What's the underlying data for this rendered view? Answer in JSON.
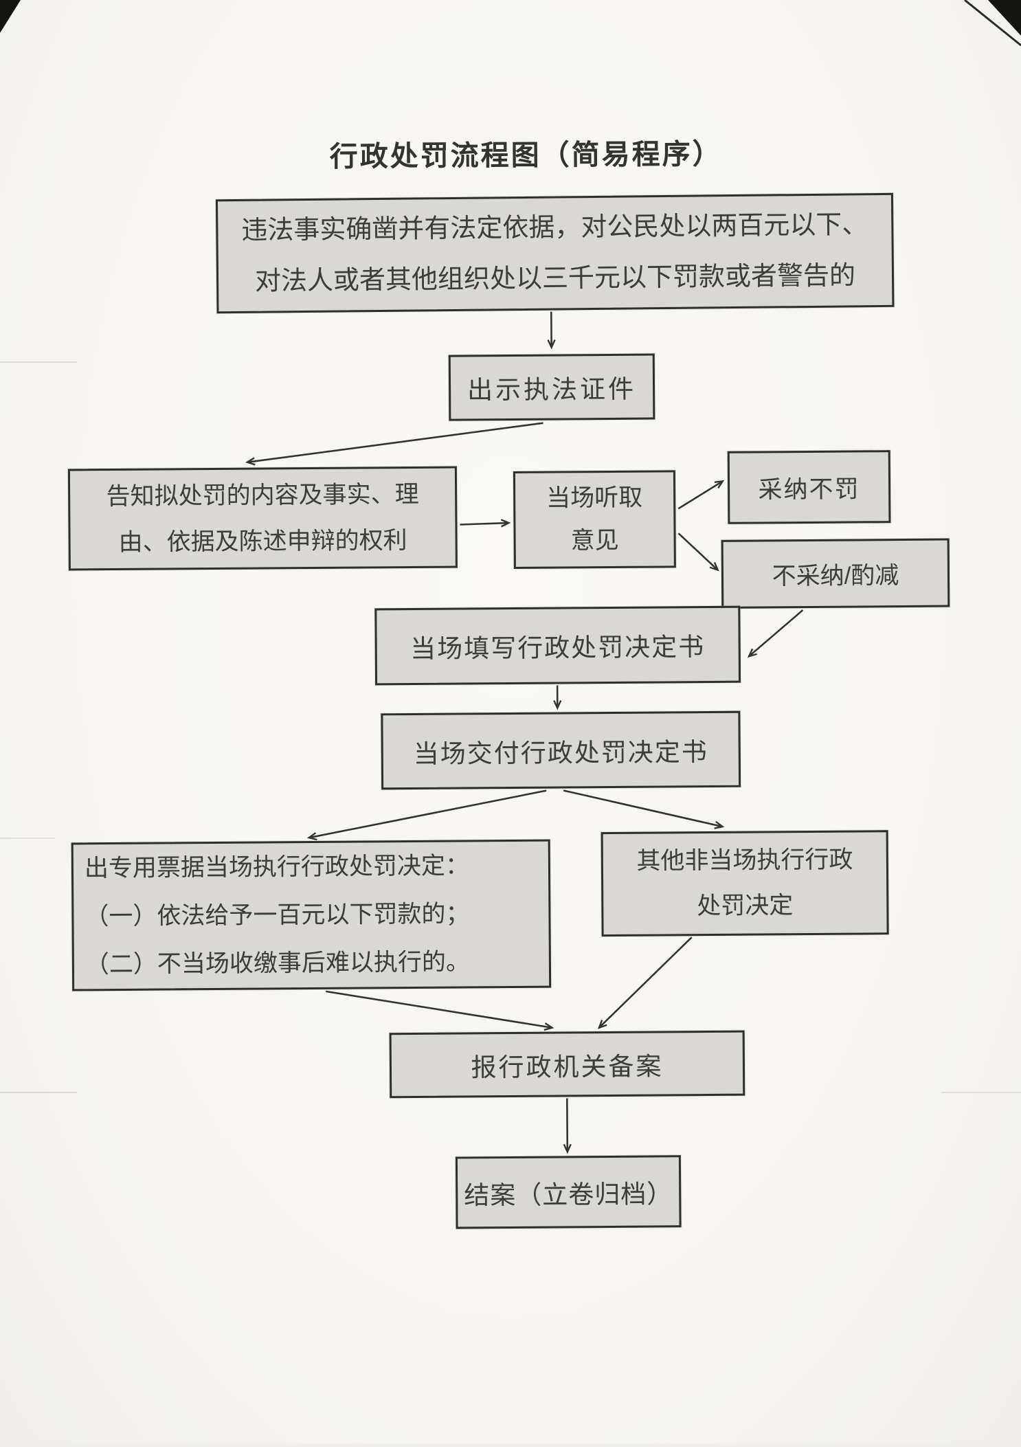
{
  "title": "行政处罚流程图（简易程序）",
  "colors": {
    "paper": "#f7f6f3",
    "box_fill": "#d9d8d5",
    "box_border": "#2e2e2c",
    "text": "#3d3d3b",
    "arrow": "#333331"
  },
  "nodes": {
    "condition": {
      "lines": [
        "违法事实确凿并有法定依据，对公民处以两百元以下、",
        "对法人或者其他组织处以三千元以下罚款或者警告的"
      ]
    },
    "show_credentials": {
      "label": "出示执法证件"
    },
    "inform": {
      "lines": [
        "告知拟处罚的内容及事实、理",
        "由、依据及陈述申辩的权利"
      ]
    },
    "listen": {
      "lines": [
        "当场听取",
        "意见"
      ]
    },
    "adopt": {
      "label": "采纳不罚"
    },
    "not_adopt": {
      "label": "不采纳/酌减"
    },
    "fill_decision": {
      "label": "当场填写行政处罚决定书"
    },
    "deliver_decision": {
      "label": "当场交付行政处罚决定书"
    },
    "onsite_execute": {
      "lines": [
        "出专用票据当场执行行政处罚决定：",
        "（一）依法给予一百元以下罚款的；",
        "（二）不当场收缴事后难以执行的。"
      ]
    },
    "other_execute": {
      "lines": [
        "其他非当场执行行政",
        "处罚决定"
      ]
    },
    "report": {
      "label": "报行政机关备案"
    },
    "close_case": {
      "label": "结案（立卷归档）"
    }
  }
}
